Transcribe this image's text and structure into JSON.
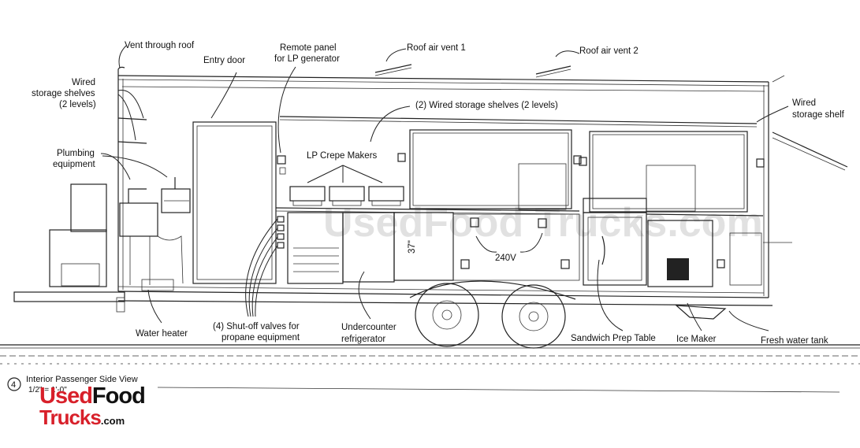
{
  "labels": {
    "vent_roof": "Vent through roof",
    "entry_door": "Entry door",
    "remote_panel_1": "Remote panel",
    "remote_panel_2": "for LP generator",
    "roof_vent_1": "Roof air vent 1",
    "roof_vent_2": "Roof air vent 2",
    "wired_left_1": "Wired",
    "wired_left_2": "storage shelves",
    "wired_left_3": "(2 levels)",
    "wired_center": "(2) Wired storage shelves (2 levels)",
    "wired_right_1": "Wired",
    "wired_right_2": "storage shelf",
    "plumbing_1": "Plumbing",
    "plumbing_2": "equipment",
    "crepe_makers": "LP Crepe Makers",
    "volt": "240V",
    "dim": "37\"",
    "water_heater": "Water heater",
    "shutoff_1": "(4) Shut-off valves for",
    "shutoff_2": "propane equipment",
    "undercounter_1": "Undercounter",
    "undercounter_2": "refrigerator",
    "sandwich": "Sandwich Prep Table",
    "ice_maker": "Ice Maker",
    "fresh_water": "Fresh water tank"
  },
  "caption": {
    "number": "4",
    "title": "Interior Passenger Side View",
    "scale": "1/2\" = 1'-0\""
  },
  "watermark": "UsedFood Trucks.com",
  "logo": {
    "line1_a": "Used",
    "line1_b": "Food",
    "line2": "Trucks",
    "tld": ".com",
    "colors": {
      "red": "#d8202a",
      "black": "#111111"
    }
  }
}
